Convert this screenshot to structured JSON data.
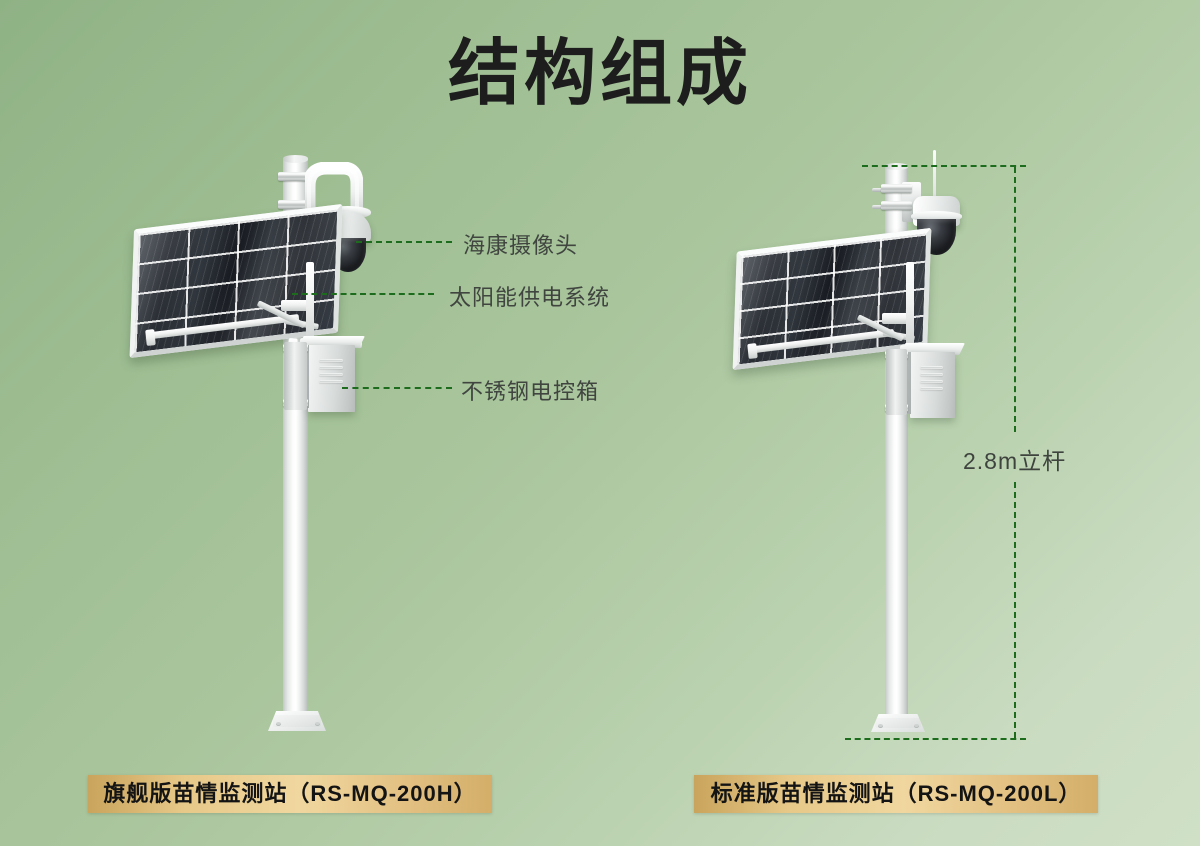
{
  "page": {
    "title": "结构组成",
    "background_top_color": "#8fb285",
    "background_bottom_color": "#cfe0c7"
  },
  "accent": {
    "leader_line_color": "#1d6b1d",
    "label_text_color": "#404540",
    "caption_gradient_start": "#c9a45c",
    "caption_gradient_mid": "#f0d79f",
    "caption_gradient_end": "#d3ae69"
  },
  "callouts": [
    {
      "id": "camera",
      "label": "海康摄像头",
      "icon": "camera-icon"
    },
    {
      "id": "solar",
      "label": "太阳能供电系统",
      "icon": "solar-panel-icon"
    },
    {
      "id": "control_box",
      "label": "不锈钢电控箱",
      "icon": "control-box-icon"
    }
  ],
  "dimension": {
    "label": "2.8m立杆",
    "value": "2.8",
    "unit": "m",
    "subject": "立杆"
  },
  "products": [
    {
      "id": "flagship",
      "caption": "旗舰版苗情监测站（RS-MQ-200H）",
      "model": "RS-MQ-200H",
      "variant": "旗舰版苗情监测站"
    },
    {
      "id": "standard",
      "caption": "标准版苗情监测站（RS-MQ-200L）",
      "model": "RS-MQ-200L",
      "variant": "标准版苗情监测站"
    }
  ]
}
